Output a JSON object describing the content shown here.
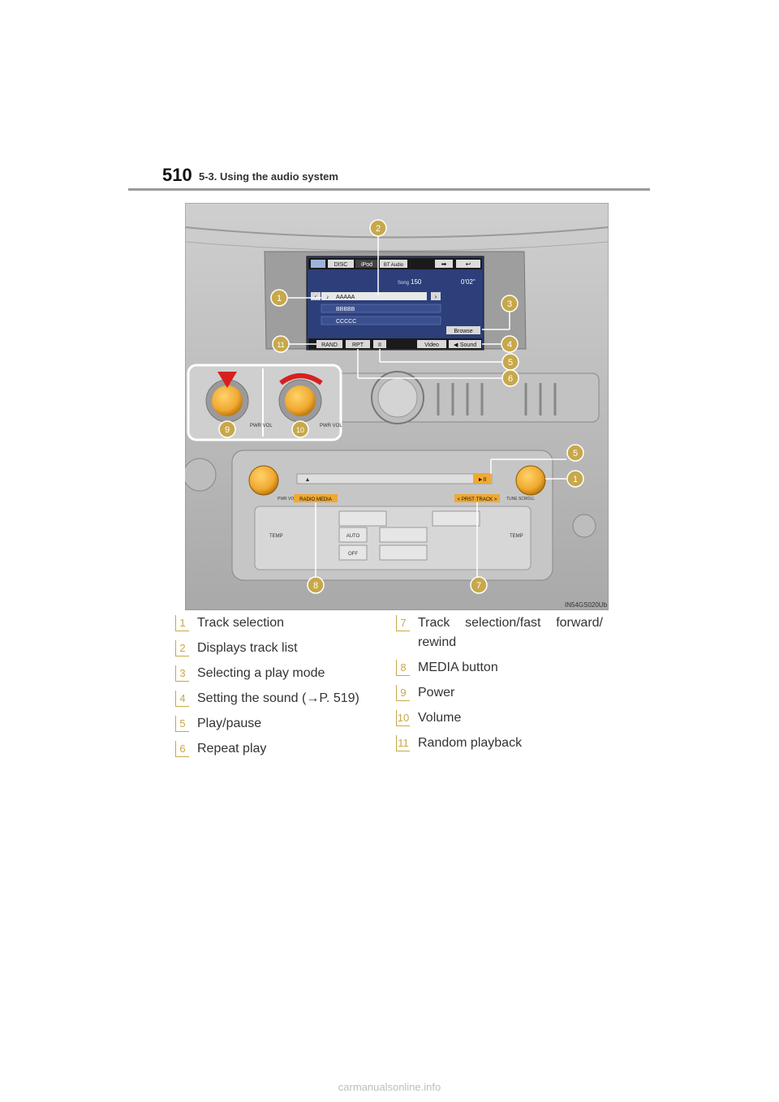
{
  "header": {
    "page_number": "510",
    "section": "5-3. Using the audio system"
  },
  "figure": {
    "code": "IN54GS020Ub",
    "screen": {
      "tabs": [
        "DISC",
        "iPod",
        "BT Audio"
      ],
      "song_label": "Song",
      "song_number": "150",
      "time": "0'02\"",
      "tracks": [
        "AAAAA",
        "BBBBB",
        "CCCCC"
      ],
      "buttons": {
        "browse": "Browse",
        "rand": "RAND",
        "rpt": "RPT",
        "pause": "II",
        "video": "Video",
        "sound": "Sound"
      }
    },
    "panel": {
      "knob_label_left": "PWR VOL",
      "knob_label_right": "TUNE SCROLL",
      "radio_media": "RADIO   MEDIA",
      "seek_track": "< PRST·TRACK >",
      "temp": "TEMP",
      "auto": "AUTO",
      "off": "OFF"
    },
    "callouts": [
      "1",
      "2",
      "3",
      "4",
      "5",
      "6",
      "7",
      "8",
      "9",
      "10",
      "11"
    ]
  },
  "legend": {
    "left": [
      {
        "num": "1",
        "text": "Track selection"
      },
      {
        "num": "2",
        "text": "Displays track list"
      },
      {
        "num": "3",
        "text": "Selecting a play mode"
      },
      {
        "num": "4",
        "text": "Setting the sound (→P. 519)"
      },
      {
        "num": "5",
        "text": "Play/pause"
      },
      {
        "num": "6",
        "text": "Repeat play"
      }
    ],
    "right": [
      {
        "num": "7",
        "text": "Track selection/fast forward/ rewind"
      },
      {
        "num": "8",
        "text": "MEDIA button"
      },
      {
        "num": "9",
        "text": "Power"
      },
      {
        "num": "10",
        "text": "Volume"
      },
      {
        "num": "11",
        "text": "Random playback"
      }
    ]
  },
  "footer": "carmanualsonline.info",
  "colors": {
    "accent": "#c7a84a",
    "knob": "#f0a930",
    "screen": "#2c3f7a",
    "dash": "#b9b9b9"
  }
}
